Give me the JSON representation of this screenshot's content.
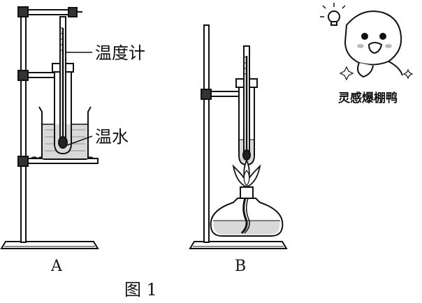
{
  "figure": {
    "caption": "图 1",
    "apparatus_a": {
      "id_label": "A",
      "thermometer_label": "温度计",
      "water_label": "温水"
    },
    "apparatus_b": {
      "id_label": "B"
    },
    "watermark": {
      "text": "灵感爆棚鸭"
    }
  }
}
